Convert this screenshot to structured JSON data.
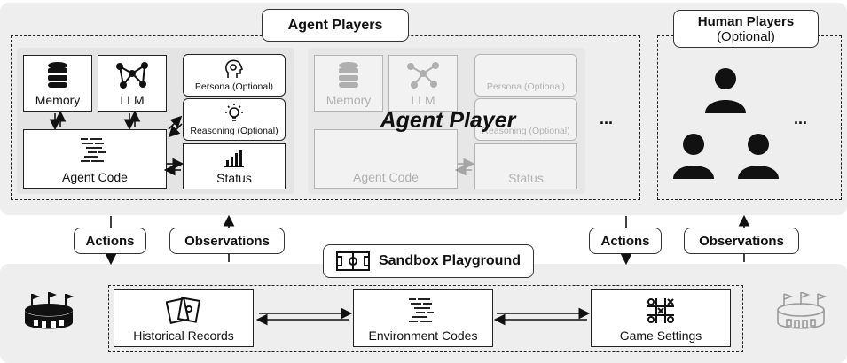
{
  "agent_section": {
    "title": "Agent Players",
    "overlay_label": "Agent Player",
    "ellipsis": "...",
    "agent": {
      "memory": "Memory",
      "llm": "LLM",
      "persona": "Persona (Optional)",
      "reasoning": "Reasoning (Optional)",
      "agent_code": "Agent Code",
      "status": "Status"
    }
  },
  "human_section": {
    "title": "Human Players",
    "subtitle": "(Optional)",
    "ellipsis": "..."
  },
  "interface": {
    "actions_left": "Actions",
    "observations_left": "Observations",
    "actions_right": "Actions",
    "observations_right": "Observations"
  },
  "sandbox": {
    "title": "Sandbox Playground",
    "historical_records": "Historical Records",
    "environment_codes": "Environment Codes",
    "game_settings": "Game Settings"
  },
  "colors": {
    "band": "#eeeeee",
    "border": "#222222",
    "faded": "#bdbdbd"
  }
}
